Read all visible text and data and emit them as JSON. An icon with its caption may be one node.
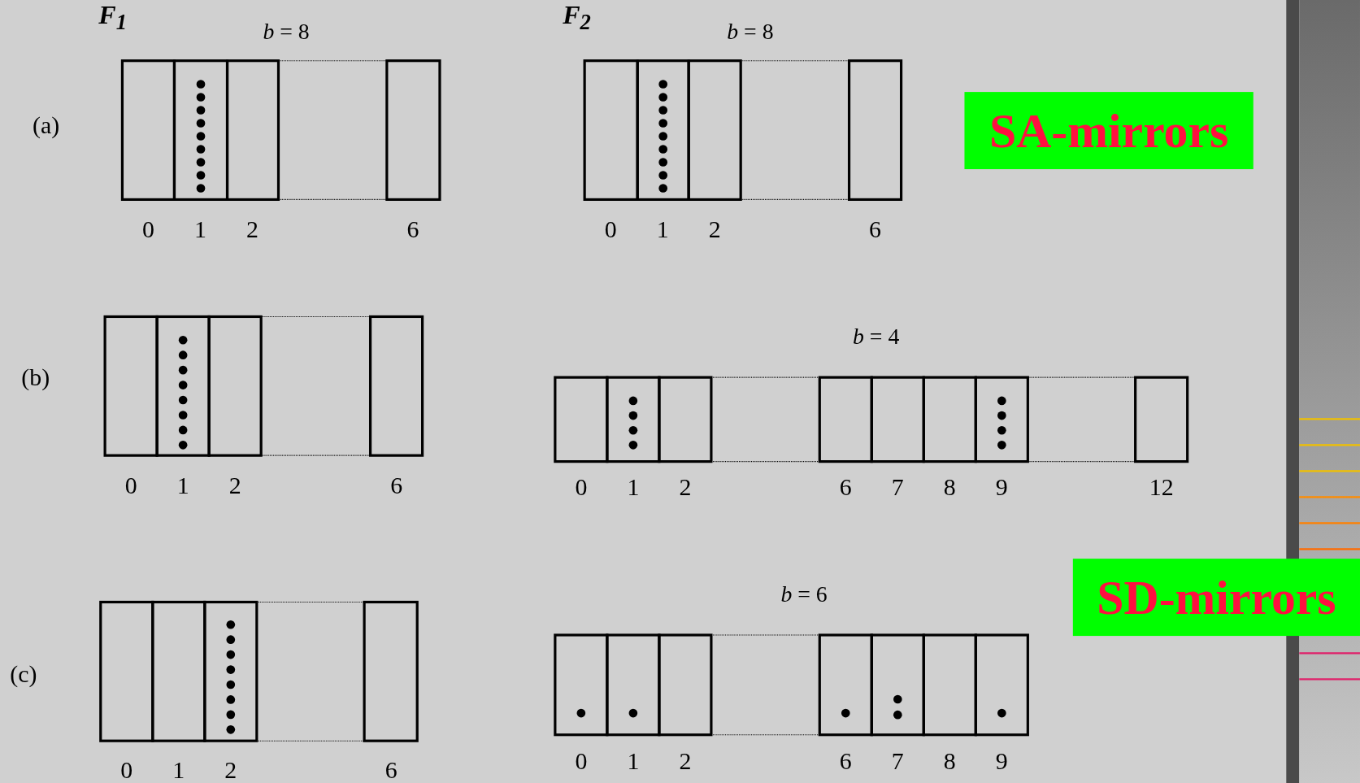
{
  "diagram": {
    "nodes": [
      {
        "text": [
          "SA-mirrors"
        ]
      },
      {
        "text": [
          "SD-mirrors"
        ]
      }
    ],
    "labels": [
      "F$_{1}$",
      "*b* = 8",
      "F$_{2}$",
      "*b* = 8",
      "(a)",
      "0",
      "1",
      "2",
      "6",
      "0",
      "1",
      "2",
      "6",
      "*b* = 4",
      "(b)",
      "0",
      "1",
      "2",
      "6",
      "0",
      "1",
      "2",
      "6",
      "7",
      "8",
      "9",
      "12",
      "*b* = 6",
      "(c)",
      "0",
      "1",
      "2",
      "6",
      "0",
      "1",
      "2",
      "6",
      "7",
      "8",
      "9"
    ]
  }
}
